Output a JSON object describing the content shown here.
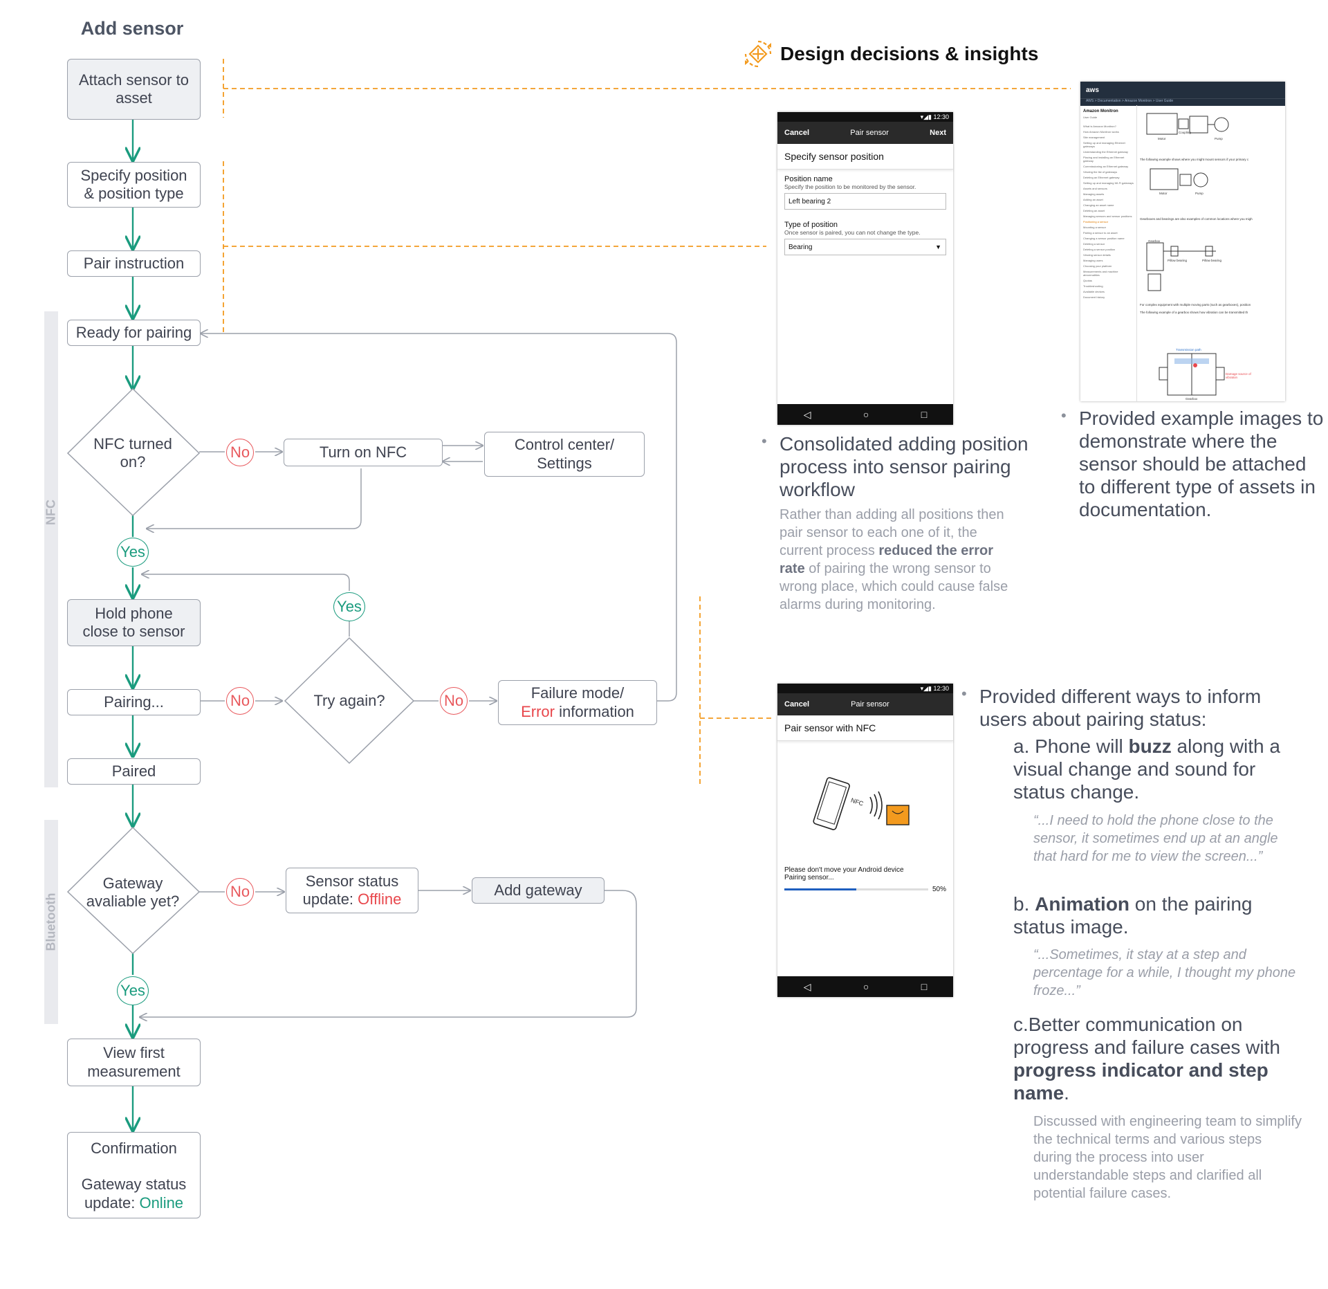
{
  "flowchart": {
    "title": "Add sensor",
    "lanes": {
      "nfc": "NFC",
      "bluetooth": "Bluetooth"
    },
    "nodes": {
      "attach": "Attach sensor to asset",
      "specify": "Specify position & position type",
      "pair_instruction": "Pair instruction",
      "ready": "Ready for pairing",
      "nfc_on": "NFC turned on?",
      "turn_on_nfc": "Turn on NFC",
      "control_center": "Control center/ Settings",
      "hold_phone": "Hold phone close to sensor",
      "pairing": "Pairing...",
      "try_again": "Try again?",
      "failure_mode": "Failure mode/",
      "error_word": "Error",
      "error_info": " information",
      "paired": "Paired",
      "gateway_avail": "Gateway avaliable yet?",
      "sensor_status_1": "Sensor status",
      "sensor_status_2": "update: ",
      "offline": "Offline",
      "add_gateway": "Add gateway",
      "view_first": "View first measurement",
      "confirmation": "Confirmation",
      "gateway_status": "Gateway status",
      "gateway_update": "update: ",
      "online": "Online"
    },
    "branch_labels": {
      "no": "No",
      "yes": "Yes"
    }
  },
  "insights": {
    "heading": "Design decisions & insights",
    "icon": "insight-compass-icon",
    "bullet1": {
      "text": "Consolidated adding position process into sensor pairing workflow",
      "detail_pre": "Rather than adding all positions then pair sensor to each one of it, the current process ",
      "detail_bold": "reduced the error rate",
      "detail_post": " of pairing the wrong sensor to wrong place, which could cause false alarms during monitoring."
    },
    "bullet2": {
      "text": "Provided example images to demonstrate where the sensor should be attached to different type of assets in documentation."
    },
    "bullet3": {
      "text": "Provided different ways to inform users about pairing status:",
      "a_pre": "a. Phone will ",
      "a_bold": "buzz",
      "a_post": " along with a visual change and sound for status change.",
      "a_quote": "“...I need to hold the phone close to the sensor, it sometimes end up at an angle that hard for me to view the screen...”",
      "b_pre": "b. ",
      "b_bold": "Animation",
      "b_post": " on the pairing status image.",
      "b_quote": "“...Sometimes, it stay at a step and percentage for a while, I thought my phone froze...”",
      "c_pre": "c.Better communication on progress and failure cases with ",
      "c_bold": "progress indicator and step name",
      "c_post": ".",
      "c_detail": "Discussed with engineering team to simplify the technical terms and various steps during the process into user understandable steps and clarified all potential failure cases."
    }
  },
  "phone1": {
    "time": "12:30",
    "cancel": "Cancel",
    "title": "Pair sensor",
    "next": "Next",
    "subtitle": "Specify sensor position",
    "position_name_label": "Position name",
    "position_name_hint": "Specify the position to be monitored by the sensor.",
    "position_name_value": "Left bearing 2",
    "type_label": "Type of position",
    "type_hint": "Once sensor is paired, you can not change the type.",
    "type_value": "Bearing"
  },
  "phone2": {
    "time": "12:30",
    "cancel": "Cancel",
    "title": "Pair sensor",
    "subtitle": "Pair sensor with NFC",
    "nfc_label": "NFC",
    "msg1": "Please don't move your Android device",
    "msg2": "Pairing sensor...",
    "percent": "50%",
    "progress": 0.5
  },
  "doc": {
    "logo": "aws",
    "nav_title": "Amazon Monitron",
    "nav_subtitle": "User Guide",
    "crumbs": "AWS > Documentation > Amazon Monitron > User Guide",
    "labels": {
      "motor": "Motor",
      "coupling": "Coupling",
      "pump": "Pump",
      "gearbox": "Gearbox",
      "pillow_bearing": "Pillow bearing",
      "transmission_path": "Transmission path",
      "damage": "Damage source of vibration"
    },
    "captions": [
      "The following example shows where you might mount sensors if your primary c",
      "Gearboxes and bearings are also examples of common locations where you migh",
      "For complex equipment with multiple moving parts (such as gearboxes), position",
      "The following example of a gearbox shows how vibration can be transmitted th"
    ],
    "nav_items": [
      "What is Amazon Monitron?",
      "How Amazon Monitron works",
      "Site management",
      "Setting up and managing Ethernet gateways",
      "Understanding the Ethernet gateway",
      "Placing and installing an Ethernet gateway",
      "Commissioning an Ethernet gateway",
      "Viewing the list of gateways",
      "Deleting an Ethernet gateway",
      "Setting up and managing Wi-Fi gateways",
      "Assets and sensors",
      "Managing assets",
      "Adding an asset",
      "Changing an asset name",
      "Deleting an asset",
      "Managing sensors and sensor positions",
      "Positioning a sensor",
      "Mounting a sensor",
      "Pairing a sensor to an asset",
      "Changing a sensor position name",
      "Deleting a sensor",
      "Deleting a sensor position",
      "Viewing sensor details",
      "Managing users",
      "Choosing your platform",
      "Measurements and machine abnormalities",
      "Quotas",
      "Troubleshooting",
      "Available devices",
      "Document history"
    ]
  },
  "colors": {
    "accent_orange": "#f39a1e",
    "no_red": "#e8585c",
    "yes_green": "#1a9b7e",
    "error_red": "#e8474c",
    "connector": "#9ba0aa"
  }
}
